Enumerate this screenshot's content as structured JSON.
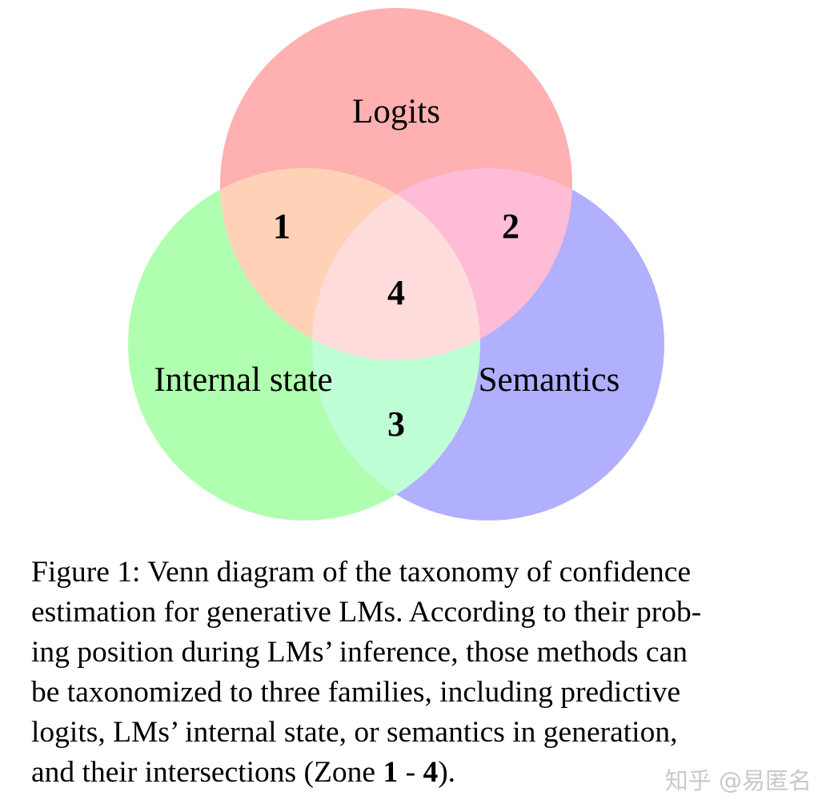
{
  "colors": {
    "logits": "#ffb0b0",
    "internal_state": "#b0ffb0",
    "semantics": "#b0b0ff",
    "zone_1": "#ffd2b8",
    "zone_2": "#ffbcd6",
    "zone_3": "#bfffd6",
    "zone_4": "#ffdcdc",
    "watermark": "#c9c9c9"
  },
  "diagram": {
    "sets": {
      "logits": "Logits",
      "internal_state": "Internal state",
      "semantics": "Semantics"
    },
    "zones": {
      "zone_1": "1",
      "zone_2": "2",
      "zone_3": "3",
      "zone_4": "4"
    }
  },
  "caption": {
    "lines": [
      "Figure 1: Venn diagram of the taxonomy of confidence",
      "estimation for generative LMs. According to their prob-",
      "ing position during LMs’ inference, those methods can",
      "be taxonomized to three families, including predictive",
      "logits, LMs’ internal state, or semantics in generation,"
    ],
    "last_line_prefix": "and their intersections (Zone ",
    "zone_start": "1",
    "zone_separator": " - ",
    "zone_end": "4",
    "last_line_suffix": ")."
  },
  "watermark": "知乎 @易匿名"
}
